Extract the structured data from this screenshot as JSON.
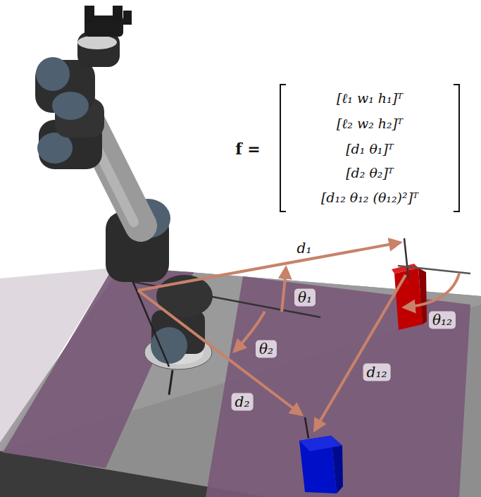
{
  "diagram": {
    "labels": [
      "f =",
      "[ℓ₁ w₁ h₁]ᵀ",
      "[ℓ₂ w₂ h₂]ᵀ",
      "[d₁ θ₁]ᵀ",
      "[d₂ θ₂]ᵀ",
      "[d₁₂ θ₁₂ (θ₁₂)²]ᵀ",
      "d₁",
      "θ₁",
      "θ₂",
      "d₂",
      "d₁₂",
      "θ₁₂"
    ]
  }
}
